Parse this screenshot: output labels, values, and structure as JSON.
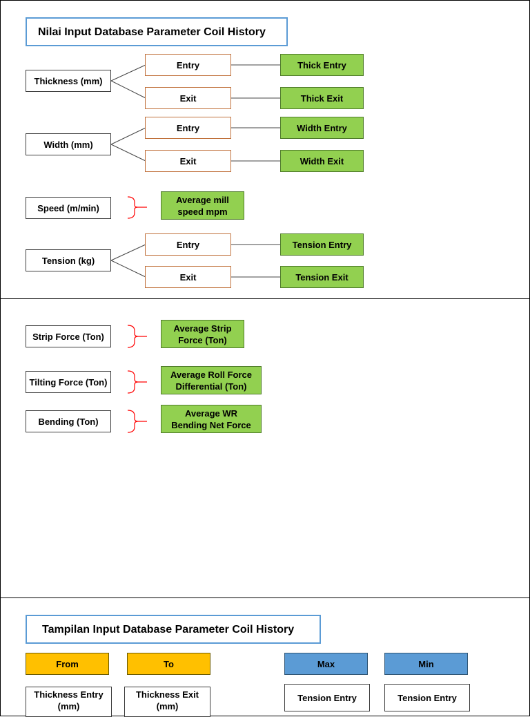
{
  "panel1": {
    "title": "Nilai Input Database Parameter Coil History",
    "thickness": {
      "label": "Thickness (mm)",
      "entry": "Entry",
      "exit": "Exit",
      "out_entry": "Thick Entry",
      "out_exit": "Thick Exit"
    },
    "width": {
      "label": "Width (mm)",
      "entry": "Entry",
      "exit": "Exit",
      "out_entry": "Width Entry",
      "out_exit": "Width Exit"
    },
    "speed": {
      "label": "Speed (m/min)",
      "out": "Average mill speed mpm"
    },
    "tension": {
      "label": "Tension (kg)",
      "entry": "Entry",
      "exit": "Exit",
      "out_entry": "Tension Entry",
      "out_exit": "Tension Exit"
    }
  },
  "panel2": {
    "strip_force": {
      "label": "Strip Force (Ton)",
      "out": "Average Strip Force (Ton)"
    },
    "tilting_force": {
      "label": "Tilting Force (Ton)",
      "out": "Average Roll Force Differential (Ton)"
    },
    "bending": {
      "label": "Bending (Ton)",
      "out": "Average WR Bending Net Force"
    }
  },
  "panel3": {
    "title": "Tampilan Input Database Parameter Coil History",
    "from": "From",
    "to": "To",
    "max": "Max",
    "min": "Min",
    "from_field": "Thickness Entry (mm)",
    "to_field": "Thickness Exit (mm)",
    "max_field": "Tension Entry",
    "min_field": "Tension Entry"
  },
  "colors": {
    "green": "#92d050",
    "yellow": "#ffc000",
    "blue": "#5b9bd5",
    "orange_border": "#c0703a",
    "bracket": "#ff0000"
  }
}
